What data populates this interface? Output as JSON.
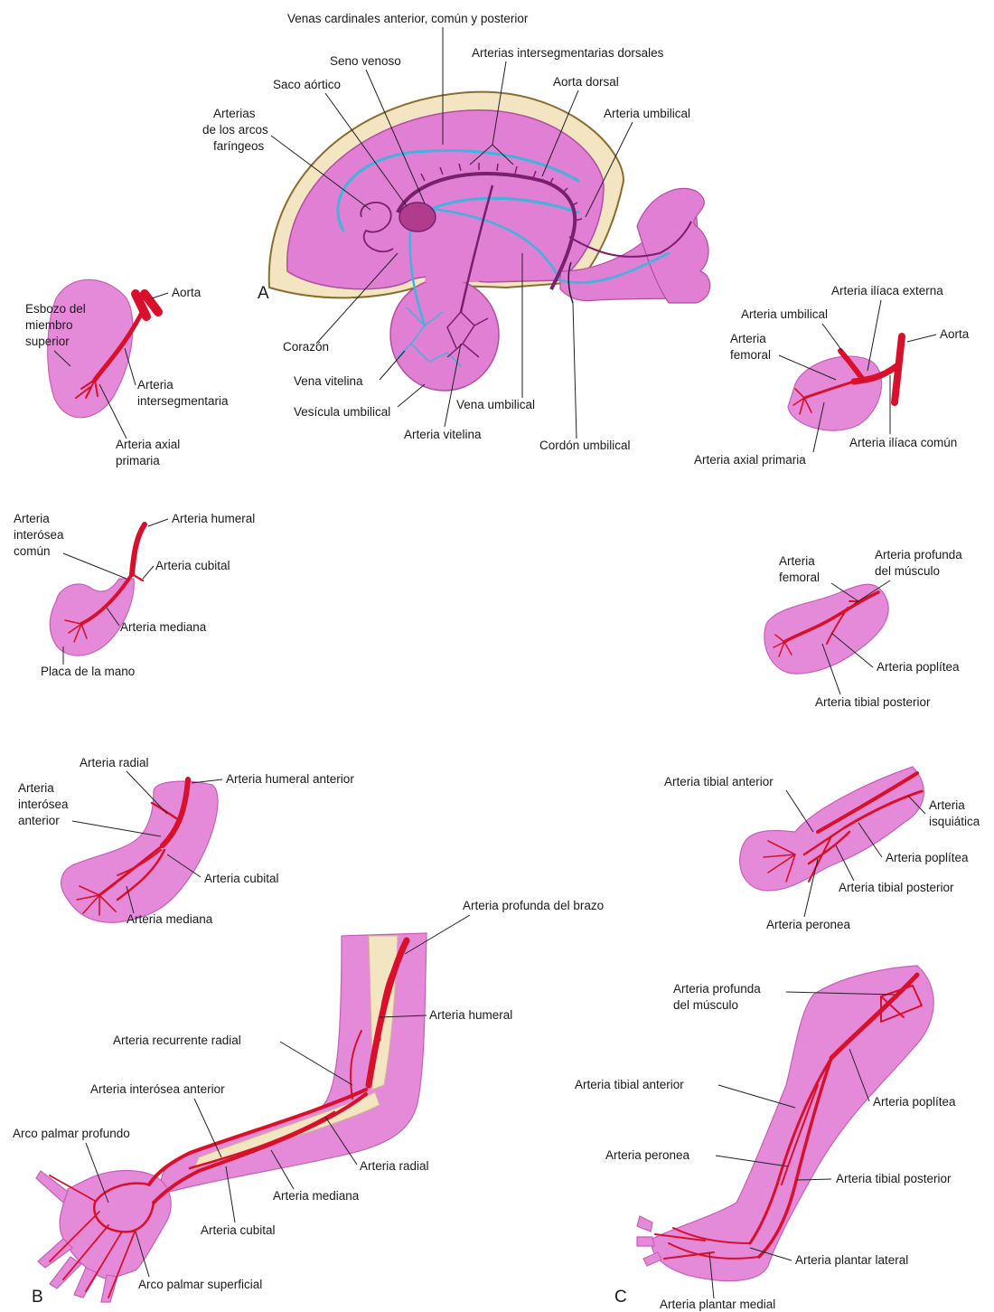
{
  "panels": {
    "a": "A",
    "b": "B",
    "c": "C"
  },
  "embryo": {
    "cardinal_veins": "Venas cardinales anterior, común y posterior",
    "sinus_venosus": "Seno venoso",
    "intersegmental_arteries": "Arterias intersegmentarias dorsales",
    "aortic_sac": "Saco aórtico",
    "dorsal_aorta": "Aorta dorsal",
    "pharyngeal_arch_arteries": [
      "Arterias",
      "de los arcos",
      "faríngeos"
    ],
    "umbilical_artery": "Arteria umbilical",
    "heart": "Corazón",
    "vitelline_vein": "Vena vitelina",
    "umbilical_vesicle": "Vesícula umbilical",
    "umbilical_vein": "Vena umbilical",
    "vitelline_artery": "Arteria vitelina",
    "umbilical_cord": "Cordón umbilical"
  },
  "upper_limb_bud": {
    "aorta": "Aorta",
    "limb_bud": [
      "Esbozo del",
      "miembro",
      "superior"
    ],
    "intersegmental": [
      "Arteria",
      "intersegmentaria"
    ],
    "axial": [
      "Arteria axial",
      "primaria"
    ]
  },
  "lower_limb_bud": {
    "external_iliac": "Arteria ilíaca externa",
    "umbilical": "Arteria umbilical",
    "aorta": "Aorta",
    "femoral": [
      "Arteria",
      "femoral"
    ],
    "common_iliac": "Arteria ilíaca común",
    "axial": "Arteria axial primaria"
  },
  "upper_stage2": {
    "common_interosseous": [
      "Arteria",
      "interósea",
      "común"
    ],
    "brachial": "Arteria humeral",
    "ulnar": "Arteria cubital",
    "median": "Arteria mediana",
    "hand_plate": "Placa de la mano"
  },
  "lower_stage2": {
    "femoral": [
      "Arteria",
      "femoral"
    ],
    "deep_femoral": [
      "Arteria profunda",
      "del músculo"
    ],
    "popliteal": "Arteria poplítea",
    "posterior_tibial": "Arteria tibial posterior"
  },
  "upper_stage3": {
    "radial": "Arteria radial",
    "anterior_brachial": "Arteria humeral anterior",
    "anterior_interosseous": [
      "Arteria",
      "interósea",
      "anterior"
    ],
    "ulnar": "Arteria cubital",
    "median": "Arteria mediana"
  },
  "lower_stage3": {
    "anterior_tibial": "Arteria tibial anterior",
    "sciatic": [
      "Arteria",
      "isquiática"
    ],
    "popliteal": "Arteria poplítea",
    "posterior_tibial": "Arteria tibial posterior",
    "fibular": "Arteria peronea"
  },
  "arm_final": {
    "deep_brachial": "Arteria profunda del brazo",
    "brachial": "Arteria humeral",
    "radial_recurrent": "Arteria recurrente radial",
    "anterior_interosseous": "Arteria interósea anterior",
    "deep_palmar_arch": "Arco palmar profundo",
    "radial": "Arteria radial",
    "median": "Arteria mediana",
    "ulnar": "Arteria cubital",
    "superficial_palmar_arch": "Arco palmar superficial"
  },
  "leg_final": {
    "deep_femoral": [
      "Arteria profunda",
      "del músculo"
    ],
    "anterior_tibial": "Arteria tibial anterior",
    "popliteal": "Arteria poplítea",
    "fibular": "Arteria peronea",
    "posterior_tibial": "Arteria tibial posterior",
    "lateral_plantar": "Arteria plantar lateral",
    "medial_plantar": "Arteria plantar medial"
  }
}
